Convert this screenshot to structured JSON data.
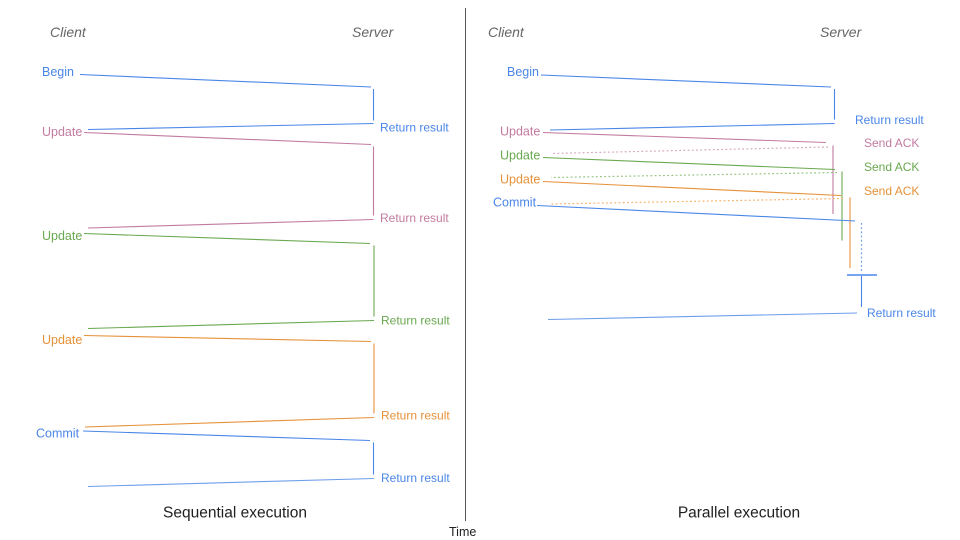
{
  "colors": {
    "blue": "#4a86e8",
    "blue_light": "#6d9eeb",
    "pink": "#c27ba0",
    "pink_light": "#d5a6bd",
    "green": "#6aa84f",
    "green_light": "#93c47d",
    "orange": "#e69138",
    "orange_light": "#f6b26b",
    "role_gray": "#666666",
    "axis_gray": "#595959",
    "title_text": "#1f1f1f"
  },
  "time_axis": {
    "label": "Time"
  },
  "sequential": {
    "title": "Sequential execution",
    "client": "Client",
    "server": "Server",
    "messages": [
      "Begin",
      "Update",
      "Update",
      "Update",
      "Commit"
    ],
    "responses": [
      "Return result",
      "Return result",
      "Return result",
      "Return result",
      "Return result"
    ]
  },
  "parallel": {
    "title": "Parallel execution",
    "client": "Client",
    "server": "Server",
    "messages": [
      "Begin",
      "Update",
      "Update",
      "Update",
      "Commit"
    ],
    "responses": [
      "Return result",
      "Send ACK",
      "Send ACK",
      "Send ACK",
      "Return result"
    ]
  }
}
